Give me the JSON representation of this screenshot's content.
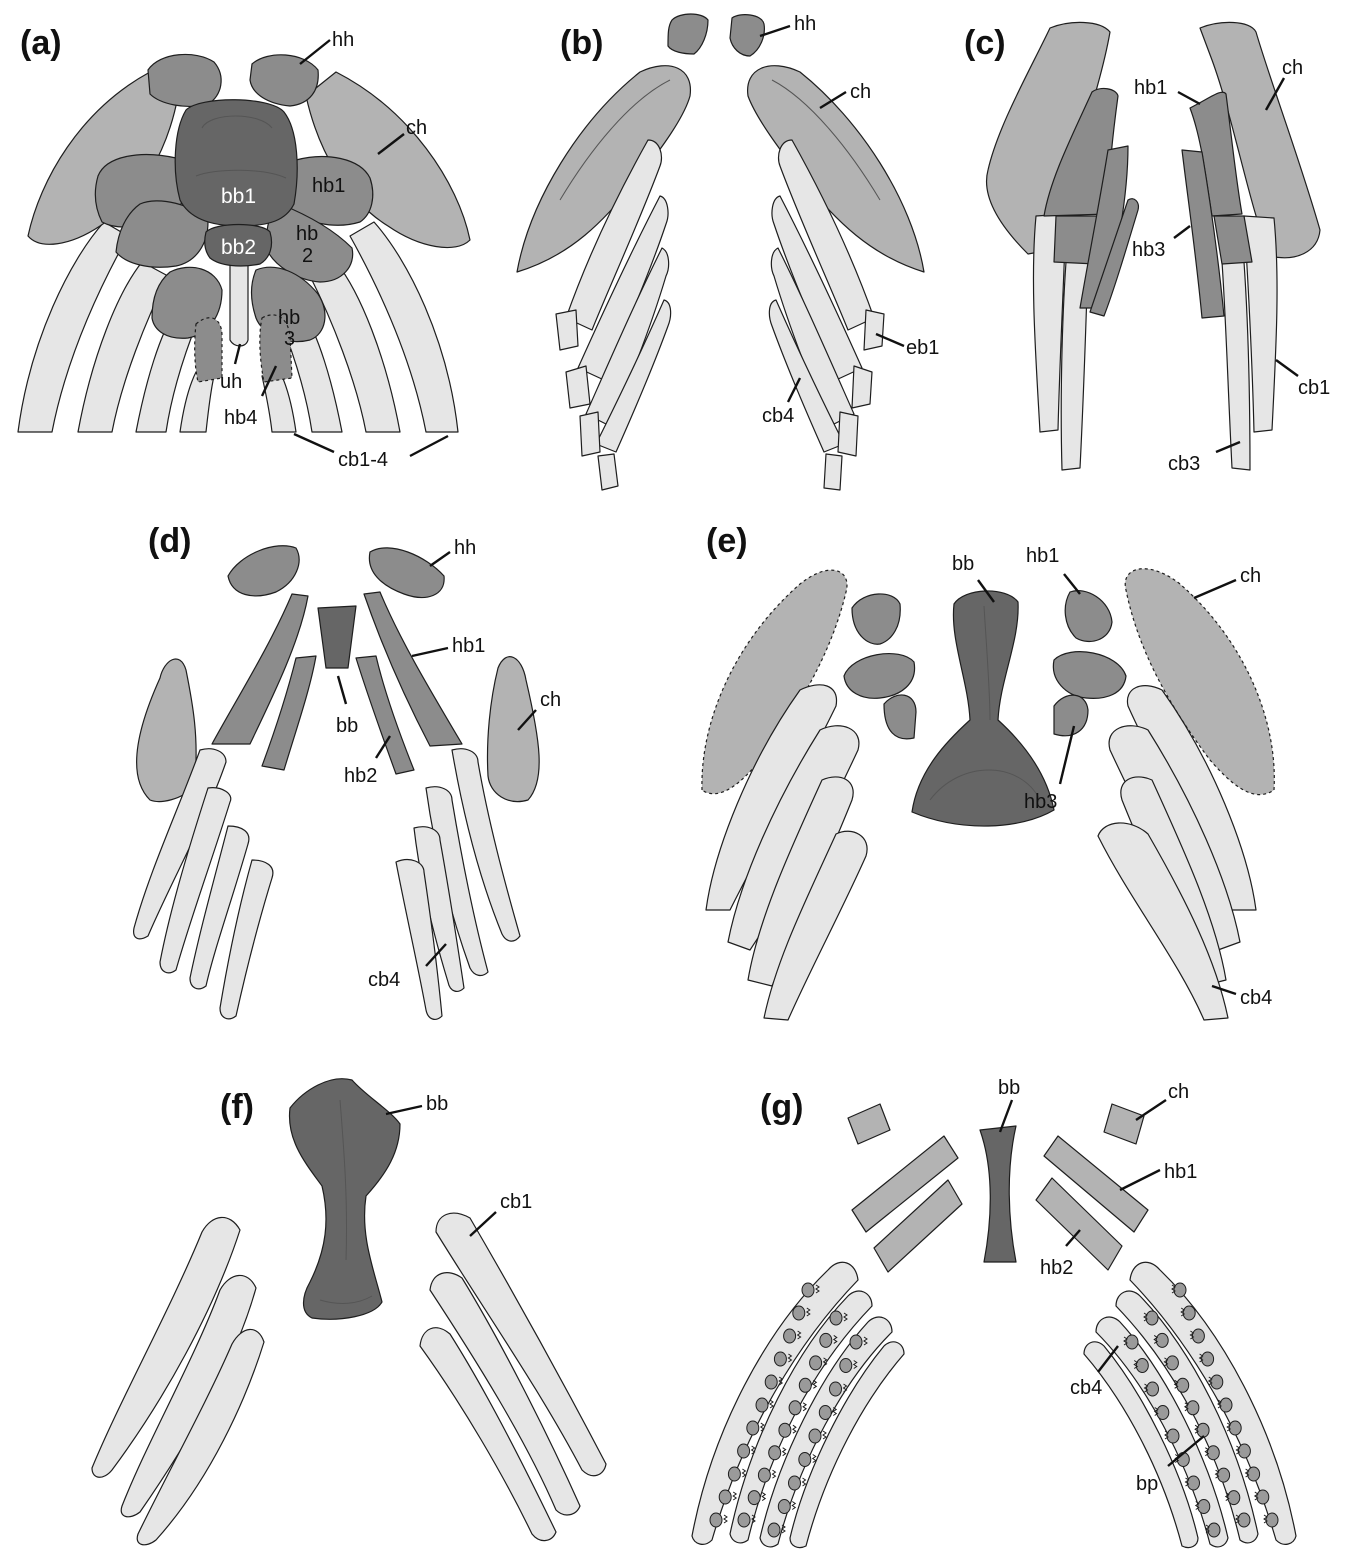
{
  "figure": {
    "panels": [
      {
        "letter": "(a)",
        "labels": {
          "hh": "hh",
          "ch": "ch",
          "hb1": "hb1",
          "bb1": "bb1",
          "bb2": "bb2",
          "hb2_top": "hb",
          "hb2_bot": "2",
          "hb3_top": "hb",
          "hb3_bot": "3",
          "uh": "uh",
          "hb4": "hb4",
          "cb": "cb1-4"
        }
      },
      {
        "letter": "(b)",
        "labels": {
          "hh": "hh",
          "ch": "ch",
          "eb1": "eb1",
          "cb4": "cb4"
        }
      },
      {
        "letter": "(c)",
        "labels": {
          "hb1": "hb1",
          "ch": "ch",
          "hb3": "hb3",
          "cb1": "cb1",
          "cb3": "cb3"
        }
      },
      {
        "letter": "(d)",
        "labels": {
          "hh": "hh",
          "hb1": "hb1",
          "bb": "bb",
          "ch": "ch",
          "hb2": "hb2",
          "cb4": "cb4"
        }
      },
      {
        "letter": "(e)",
        "labels": {
          "bb": "bb",
          "hb1": "hb1",
          "ch": "ch",
          "hb3": "hb3",
          "cb4": "cb4"
        }
      },
      {
        "letter": "(f)",
        "labels": {
          "bb": "bb",
          "cb1": "cb1"
        }
      },
      {
        "letter": "(g)",
        "labels": {
          "bb": "bb",
          "ch": "ch",
          "hb1": "hb1",
          "hb2": "hb2",
          "cb4": "cb4",
          "bp": "bp"
        }
      }
    ],
    "colors": {
      "lightest": "#e6e6e6",
      "light": "#b3b3b3",
      "medium": "#8c8c8c",
      "dark": "#666666",
      "outline": "#1e1e1e"
    }
  }
}
